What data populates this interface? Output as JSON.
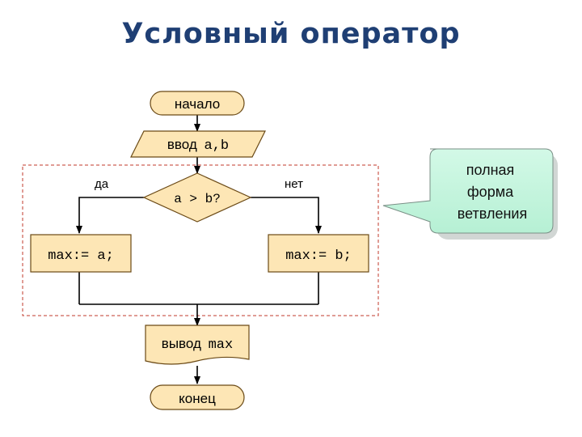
{
  "title": "Условный оператор",
  "nodes": {
    "start": "начало",
    "input_word": "ввод",
    "input_vars": "a,b",
    "condition": "a > b?",
    "branch_yes": "max:= a;",
    "branch_no": "max:= b;",
    "output_word": "вывод",
    "output_var": "max",
    "end": "конец"
  },
  "labels": {
    "yes": "да",
    "no": "нет"
  },
  "callout": {
    "line1": "полная",
    "line2": "форма",
    "line3": "ветвления"
  },
  "colors": {
    "title": "#1f3f74",
    "block_fill": "#fde6b5",
    "block_stroke": "#6b4a16",
    "callout_fill": "#c4f6df",
    "callout_stroke": "#7a8f86",
    "dashed_frame": "#c0392b"
  }
}
